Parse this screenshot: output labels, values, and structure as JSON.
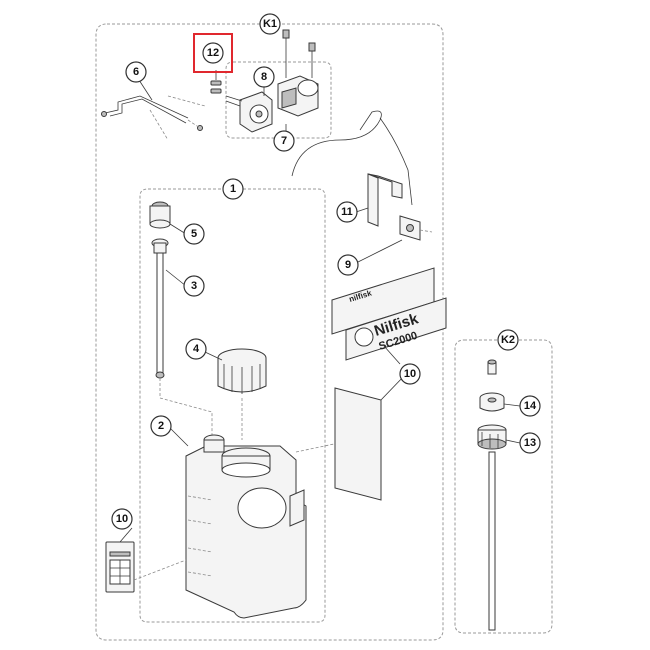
{
  "groups": [
    {
      "id": "K1",
      "label": "K1"
    },
    {
      "id": "K2",
      "label": "K2"
    }
  ],
  "callouts": {
    "c1": "1",
    "c2": "2",
    "c3": "3",
    "c4": "4",
    "c5": "5",
    "c6": "6",
    "c7": "7",
    "c8": "8",
    "c9": "9",
    "c10a": "10",
    "c10b": "10",
    "c11": "11",
    "c12": "12",
    "c13": "13",
    "c14": "14"
  },
  "highlighted_callout": "12",
  "label_plate": {
    "brand": "Nilfisk",
    "model": "SC2000",
    "brand_small": "nilfisk"
  },
  "colors": {
    "highlight": "#e0282e",
    "frame": "#9a9a9a",
    "line": "#3a3a3a"
  }
}
